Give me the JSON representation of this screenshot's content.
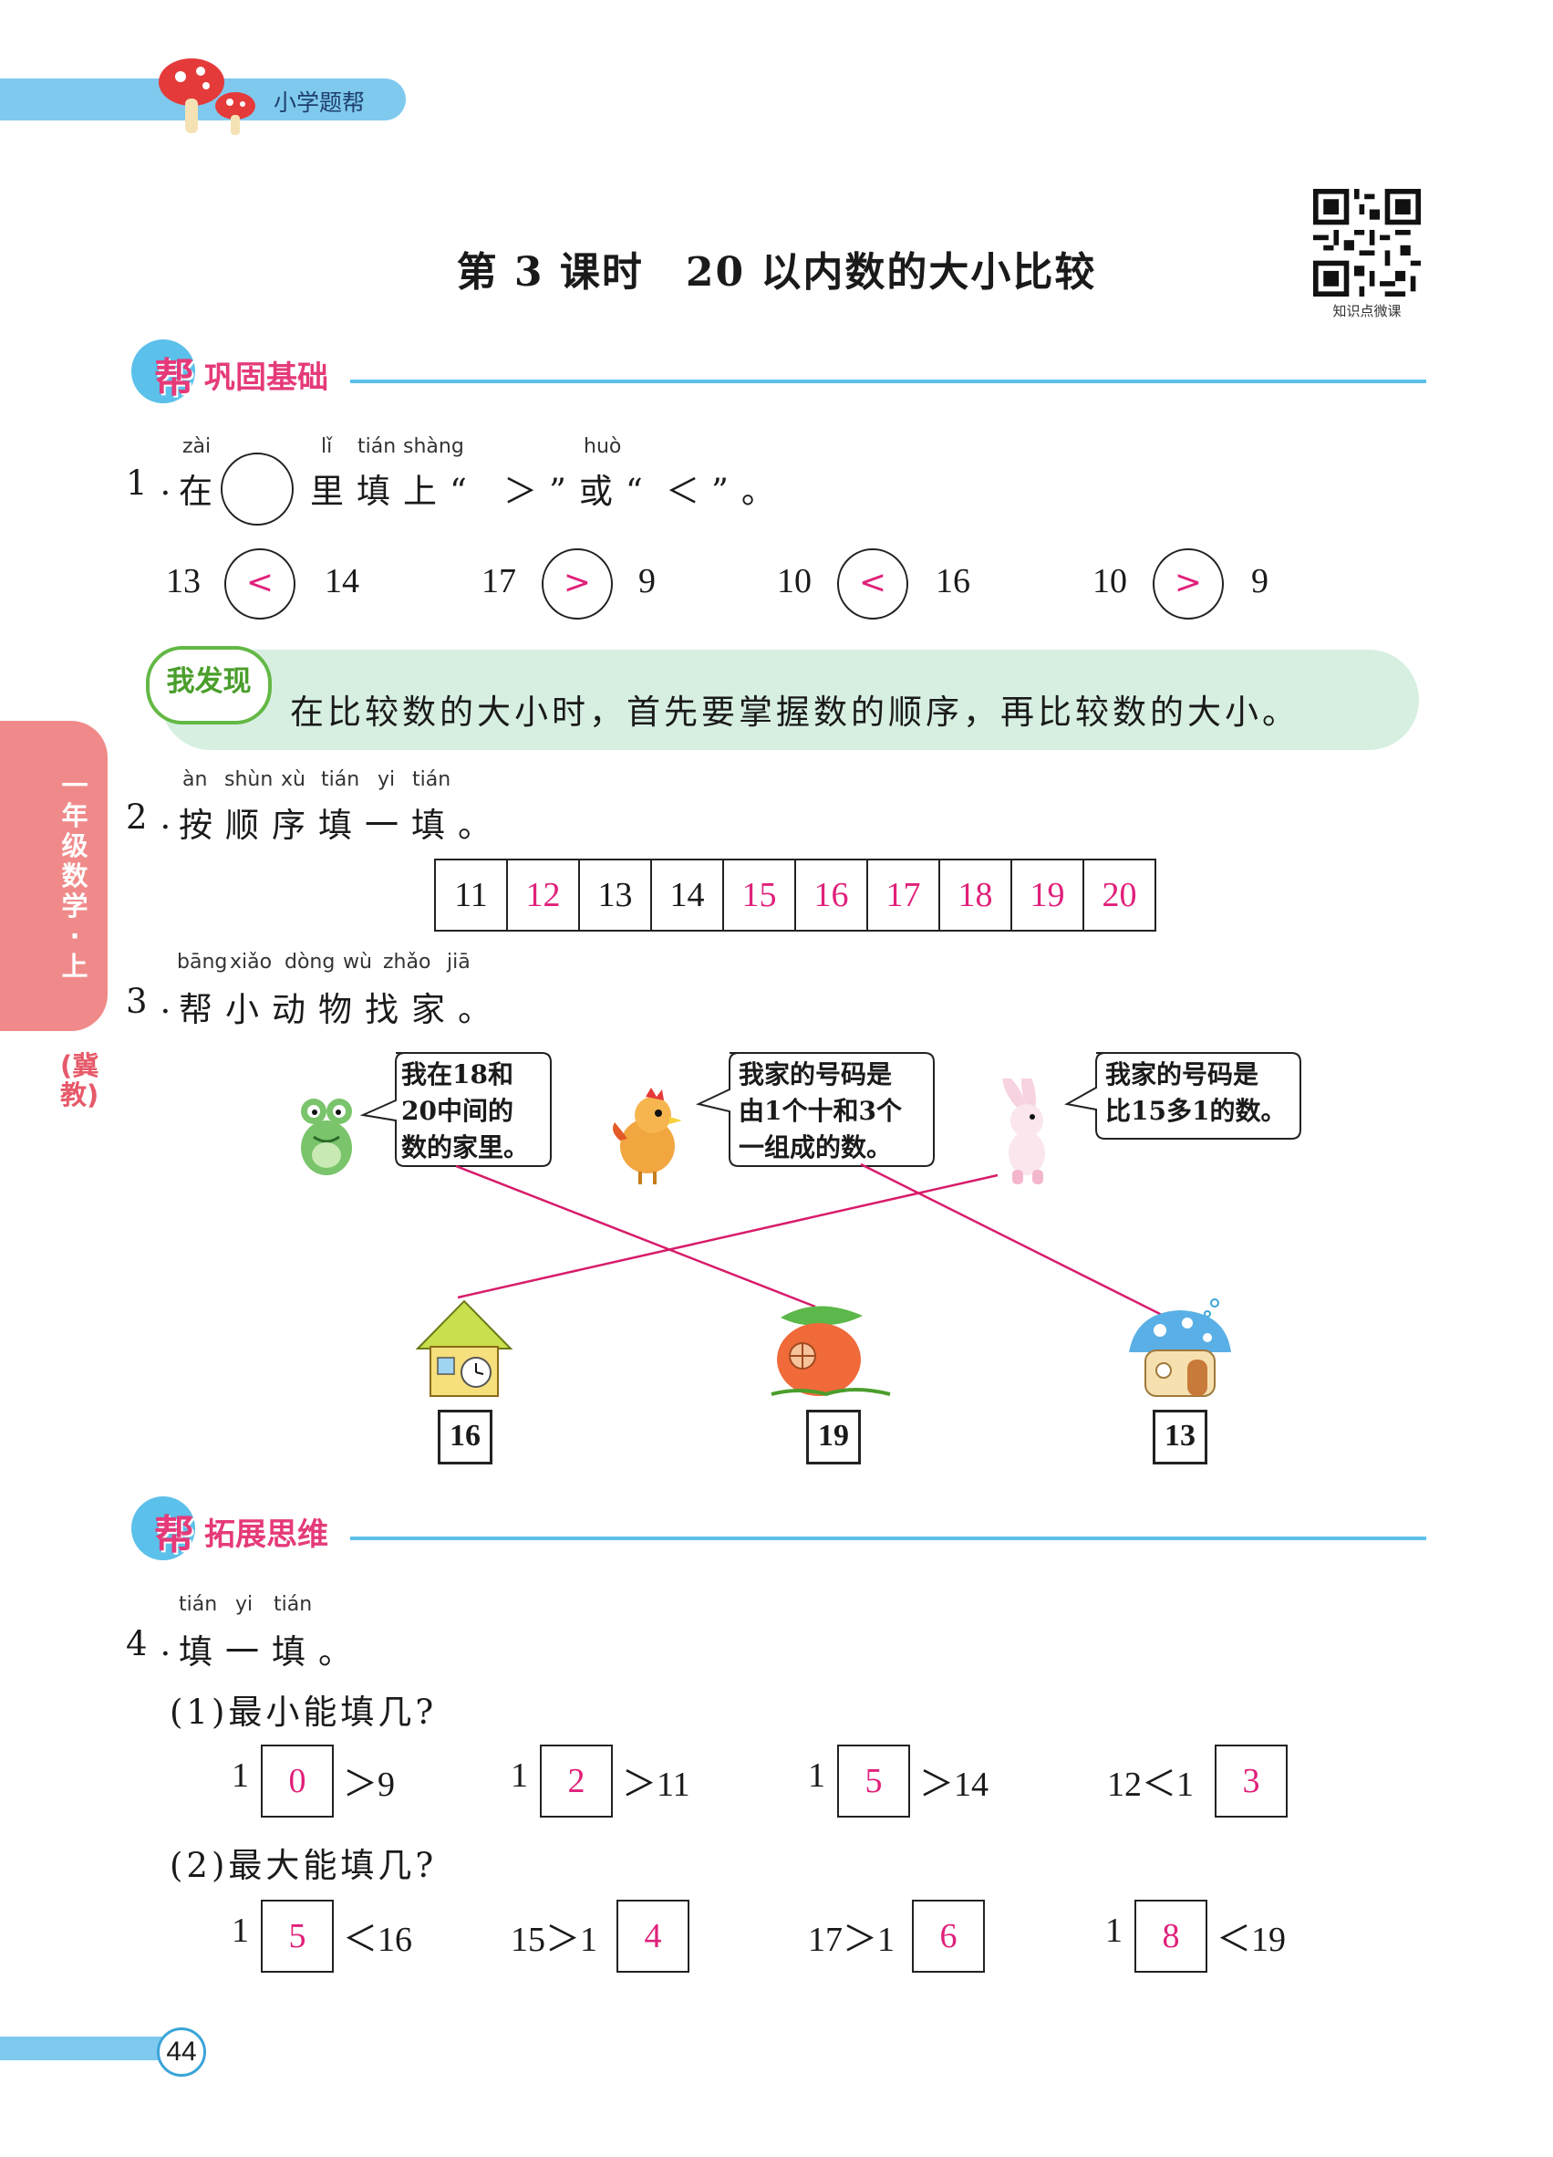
{
  "header": {
    "brand": "小学题帮"
  },
  "title": "第 3 课时　20 以内数的大小比较",
  "qr_caption": "知识点微课",
  "section1": {
    "bang": "帮",
    "label": "巩固基础"
  },
  "section2": {
    "bang": "帮",
    "label": "拓展思维"
  },
  "q1": {
    "number": "1.",
    "pinyin": [
      "zài",
      "lǐ",
      "tián",
      "shàng",
      "huò"
    ],
    "parts": [
      "在",
      "里填上“",
      "＞",
      "”或“",
      "＜",
      "”。"
    ],
    "items": [
      {
        "left": "13",
        "sign": "<",
        "right": "14"
      },
      {
        "left": "17",
        "sign": ">",
        "right": "9"
      },
      {
        "left": "10",
        "sign": "<",
        "right": "16"
      },
      {
        "left": "10",
        "sign": ">",
        "right": "9"
      }
    ]
  },
  "discover": {
    "badge": "我发现",
    "text": "在比较数的大小时，首先要掌握数的顺序，再比较数的大小。"
  },
  "q2": {
    "number": "2.",
    "pinyin": [
      "àn",
      "shùn",
      "xù",
      "tián",
      "yi",
      "tián"
    ],
    "text": "按顺序填一填。",
    "cells": [
      {
        "v": "11",
        "filled": false
      },
      {
        "v": "12",
        "filled": true
      },
      {
        "v": "13",
        "filled": false
      },
      {
        "v": "14",
        "filled": false
      },
      {
        "v": "15",
        "filled": true
      },
      {
        "v": "16",
        "filled": true
      },
      {
        "v": "17",
        "filled": true
      },
      {
        "v": "18",
        "filled": true
      },
      {
        "v": "19",
        "filled": true
      },
      {
        "v": "20",
        "filled": true
      }
    ]
  },
  "q3": {
    "number": "3.",
    "pinyin": [
      "bāng",
      "xiǎo",
      "dòng",
      "wù",
      "zhǎo",
      "jiā"
    ],
    "text": "帮小动物找家。",
    "bubbles": [
      [
        "我在18和",
        "20中间的",
        "数的家里。"
      ],
      [
        "我家的号码是",
        "由1个十和3个",
        "一组成的数。"
      ],
      [
        "我家的号码是",
        "比15多1的数。"
      ]
    ],
    "houses": [
      "16",
      "19",
      "13"
    ]
  },
  "q4": {
    "number": "4.",
    "pinyin": [
      "tián",
      "yi",
      "tián"
    ],
    "text": "填一填。",
    "sub1": {
      "label": "(1)最小能填几?",
      "items": [
        {
          "pre": "1",
          "ans": "0",
          "post": "＞9"
        },
        {
          "pre": "1",
          "ans": "2",
          "post": "＞11"
        },
        {
          "pre": "1",
          "ans": "5",
          "post": "＞14"
        },
        {
          "pre": "12＜1",
          "ans": "3",
          "post": ""
        }
      ]
    },
    "sub2": {
      "label": "(2)最大能填几?",
      "items": [
        {
          "pre": "1",
          "ans": "5",
          "post": "＜16"
        },
        {
          "pre": "15＞1",
          "ans": "4",
          "post": ""
        },
        {
          "pre": "17＞1",
          "ans": "6",
          "post": ""
        },
        {
          "pre": "1",
          "ans": "8",
          "post": "＜19"
        }
      ]
    }
  },
  "side_tab": {
    "grade": "一年级数学·上",
    "edition": "(冀教)"
  },
  "page_number": "44",
  "colors": {
    "accent": "#e0207a",
    "blue": "#5bc0ea",
    "green_bg": "#d7efe1",
    "side": "#f08a8a"
  }
}
